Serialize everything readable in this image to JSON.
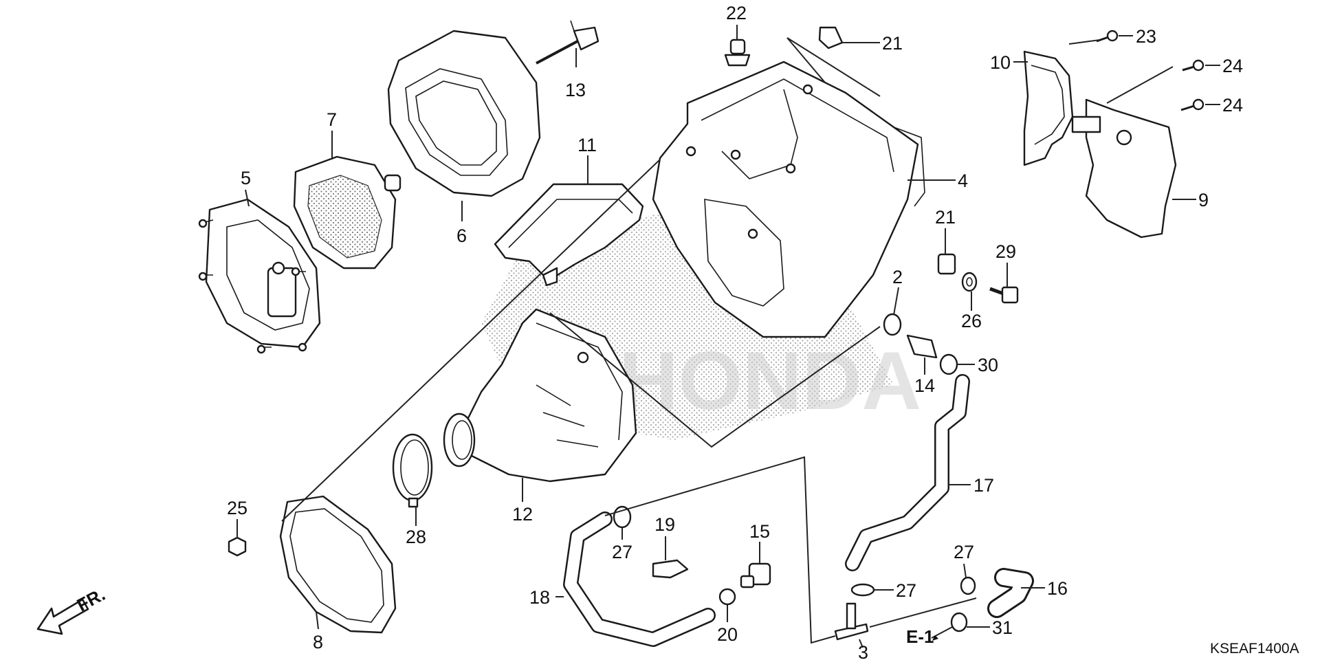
{
  "diagram": {
    "code": "KSEAF1400A",
    "section_ref": "E-1",
    "direction_label": "FR.",
    "brand_watermark": "HONDA",
    "callouts": [
      {
        "id": "c22",
        "label": "22"
      },
      {
        "id": "c21a",
        "label": "21"
      },
      {
        "id": "c23",
        "label": "23"
      },
      {
        "id": "c10",
        "label": "10"
      },
      {
        "id": "c24a",
        "label": "24"
      },
      {
        "id": "c24b",
        "label": "24"
      },
      {
        "id": "c13",
        "label": "13"
      },
      {
        "id": "c7",
        "label": "7"
      },
      {
        "id": "c11",
        "label": "11"
      },
      {
        "id": "c4",
        "label": "4"
      },
      {
        "id": "c9",
        "label": "9"
      },
      {
        "id": "c5",
        "label": "5"
      },
      {
        "id": "c6",
        "label": "6"
      },
      {
        "id": "c21b",
        "label": "21"
      },
      {
        "id": "c29",
        "label": "29"
      },
      {
        "id": "c2",
        "label": "2"
      },
      {
        "id": "c26",
        "label": "26"
      },
      {
        "id": "c30",
        "label": "30"
      },
      {
        "id": "c14",
        "label": "14"
      },
      {
        "id": "c17",
        "label": "17"
      },
      {
        "id": "c12",
        "label": "12"
      },
      {
        "id": "c25",
        "label": "25"
      },
      {
        "id": "c28",
        "label": "28"
      },
      {
        "id": "c19",
        "label": "19"
      },
      {
        "id": "c27a",
        "label": "27"
      },
      {
        "id": "c15",
        "label": "15"
      },
      {
        "id": "c27b",
        "label": "27"
      },
      {
        "id": "c27c",
        "label": "27"
      },
      {
        "id": "c16",
        "label": "16"
      },
      {
        "id": "c18",
        "label": "18"
      },
      {
        "id": "c31",
        "label": "31"
      },
      {
        "id": "c8",
        "label": "8"
      },
      {
        "id": "c20",
        "label": "20"
      },
      {
        "id": "c3",
        "label": "3"
      }
    ]
  }
}
